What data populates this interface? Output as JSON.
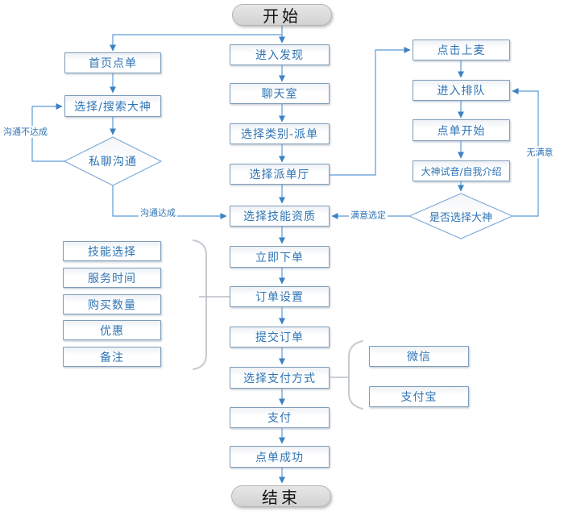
{
  "diagram": {
    "terminals": {
      "start": "开始",
      "end": "结束"
    },
    "nodes": {
      "home_order": "首页点单",
      "select_search_expert": "选择/搜索大神",
      "private_chat": "私聊沟通",
      "enter_discover": "进入发现",
      "chat_room": "聊天室",
      "select_category_dispatch": "选择类别-派单",
      "select_dispatch_hall": "选择派单厅",
      "select_skill": "选择技能资质",
      "order_now": "立即下单",
      "order_settings": "订单设置",
      "submit_order": "提交订单",
      "select_payment": "选择支付方式",
      "pay": "支付",
      "order_success": "点单成功",
      "click_mic": "点击上麦",
      "enter_queue": "进入排队",
      "order_start": "点单开始",
      "expert_audition": "大神试音/自我介绍",
      "choose_expert": "是否选择大神",
      "skill_select": "技能选择",
      "service_time": "服务时间",
      "purchase_qty": "购买数量",
      "discount": "优惠",
      "remark": "备注",
      "wechat": "微信",
      "alipay": "支付宝"
    },
    "edge_labels": {
      "not_reached": "沟通不达成",
      "reached": "沟通达成",
      "satisfied": "满意选定",
      "not_satisfied": "无满意"
    },
    "colors": {
      "line": "#5b9bd5",
      "box_border": "#7f9db9",
      "box_text": "#2e74b5",
      "terminal_fill": "#d9d9d9",
      "terminal_text": "#141414",
      "brace": "#c6cad1"
    }
  }
}
